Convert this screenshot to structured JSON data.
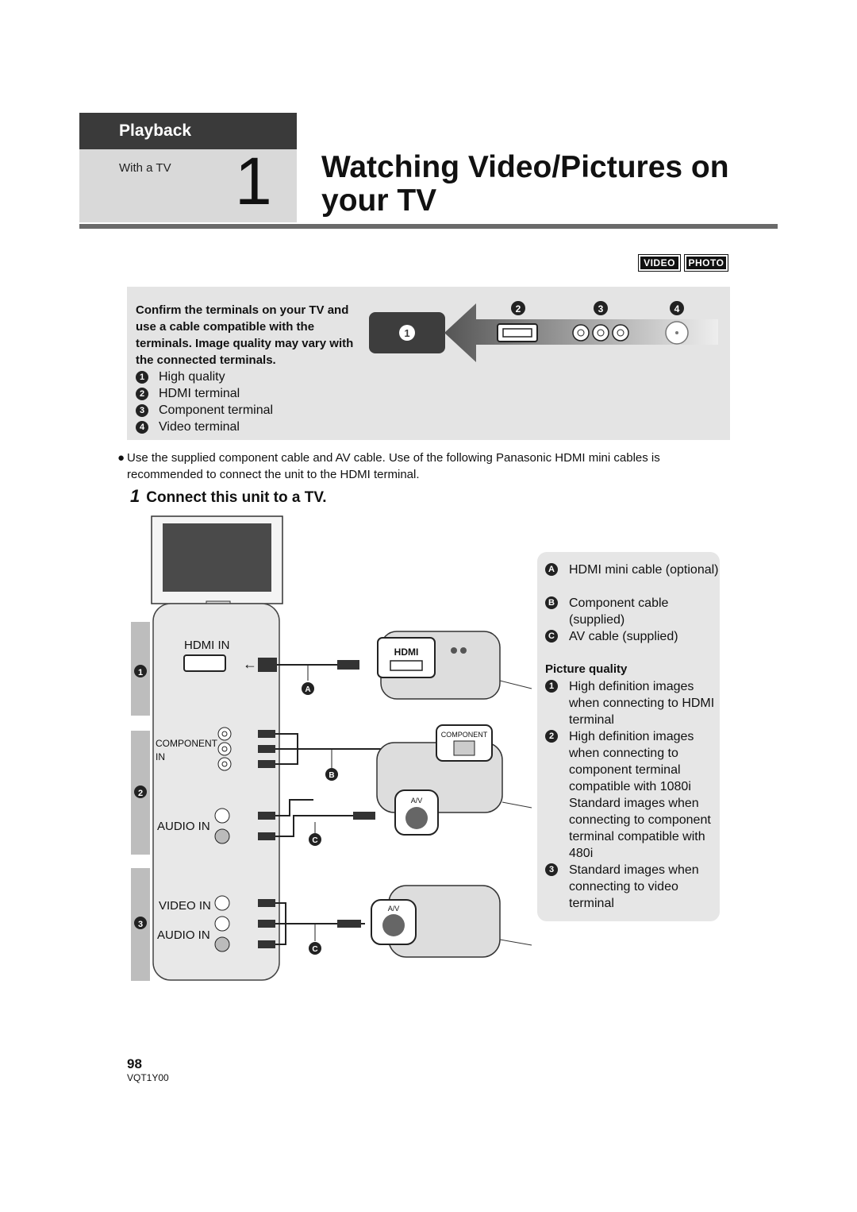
{
  "header": {
    "section": "Playback",
    "subsection": "With a TV",
    "chapter_number": "1",
    "title_line1": "Watching Video/Pictures on",
    "title_line2": "your TV"
  },
  "badges": [
    "VIDEO",
    "PHOTO"
  ],
  "terminals_box": {
    "intro": "Confirm the terminals on your TV and use a cable compatible with the terminals. Image quality may vary with the connected terminals.",
    "items": [
      {
        "num": "1",
        "label": "High quality"
      },
      {
        "num": "2",
        "label": "HDMI terminal"
      },
      {
        "num": "3",
        "label": "Component terminal"
      },
      {
        "num": "4",
        "label": "Video terminal"
      }
    ],
    "diagram_markers": [
      "1",
      "2",
      "3",
      "4"
    ]
  },
  "note": "Use the supplied component cable and AV cable. Use of the following Panasonic HDMI mini cables is recommended to connect the unit to the HDMI terminal.",
  "step": {
    "number": "1",
    "text": "Connect this unit to a TV."
  },
  "diagram": {
    "tv_labels": {
      "hdmi_in": "HDMI IN",
      "component": "COMPONENT",
      "component_in": "IN",
      "audio_in": "AUDIO IN",
      "video_in": "VIDEO IN"
    },
    "row_markers": [
      "1",
      "2",
      "3"
    ],
    "cable_markers": [
      "A",
      "B",
      "C",
      "C"
    ],
    "camera_labels": {
      "hdmi_logo": "HDMI",
      "component": "COMPONENT",
      "av": "A/V"
    }
  },
  "cables": [
    {
      "marker": "A",
      "label": "HDMI mini cable (optional)"
    },
    {
      "marker": "B",
      "label": "Component cable (supplied)"
    },
    {
      "marker": "C",
      "label": "AV cable (supplied)"
    }
  ],
  "picture_quality": {
    "heading": "Picture quality",
    "items": [
      {
        "num": "1",
        "label": "High definition images when connecting to HDMI terminal"
      },
      {
        "num": "2",
        "label": "High definition images when connecting to component terminal compatible with 1080i Standard images when connecting to component terminal compatible with 480i"
      },
      {
        "num": "3",
        "label": "Standard images when connecting to video terminal"
      }
    ]
  },
  "footer": {
    "page": "98",
    "code": "VQT1Y00"
  }
}
